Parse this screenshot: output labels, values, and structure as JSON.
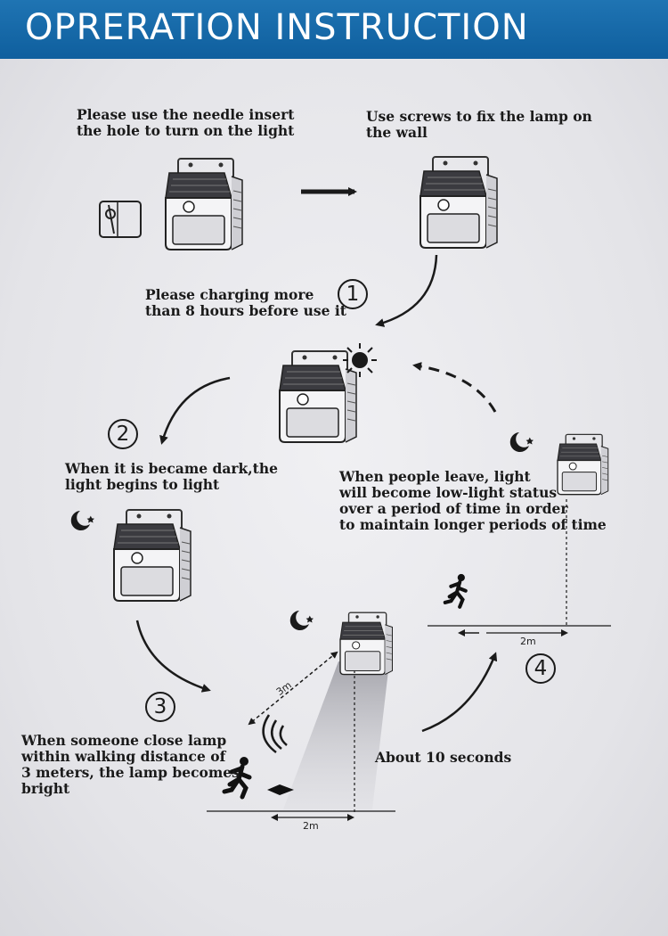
{
  "header": {
    "title": "OPRERATION INSTRUCTION"
  },
  "steps": {
    "needle": [
      "Please use the needle insert",
      "the hole to turn on the light"
    ],
    "screws": [
      "Use screws to fix the lamp on",
      "the wall"
    ],
    "charging": [
      "Please charging more",
      "than 8 hours before use it"
    ],
    "dark": [
      "When it is became dark,the",
      "light begins to light"
    ],
    "leave": [
      "When people leave, light",
      "will become low-light status",
      "over a period of time in order",
      "to maintain longer periods of time"
    ],
    "close": [
      "When someone close lamp",
      "within walking distance of",
      "3 meters, the lamp becomes",
      "bright"
    ],
    "seconds": "About 10 seconds"
  },
  "numbers": {
    "one": "1",
    "two": "2",
    "three": "3",
    "four": "4"
  },
  "distances": {
    "range": "3m",
    "walk_near": "2m",
    "walk_far": "2m"
  },
  "colors": {
    "banner": "#1467a8",
    "paper": "#ececef",
    "ink": "#1a1a1a"
  }
}
